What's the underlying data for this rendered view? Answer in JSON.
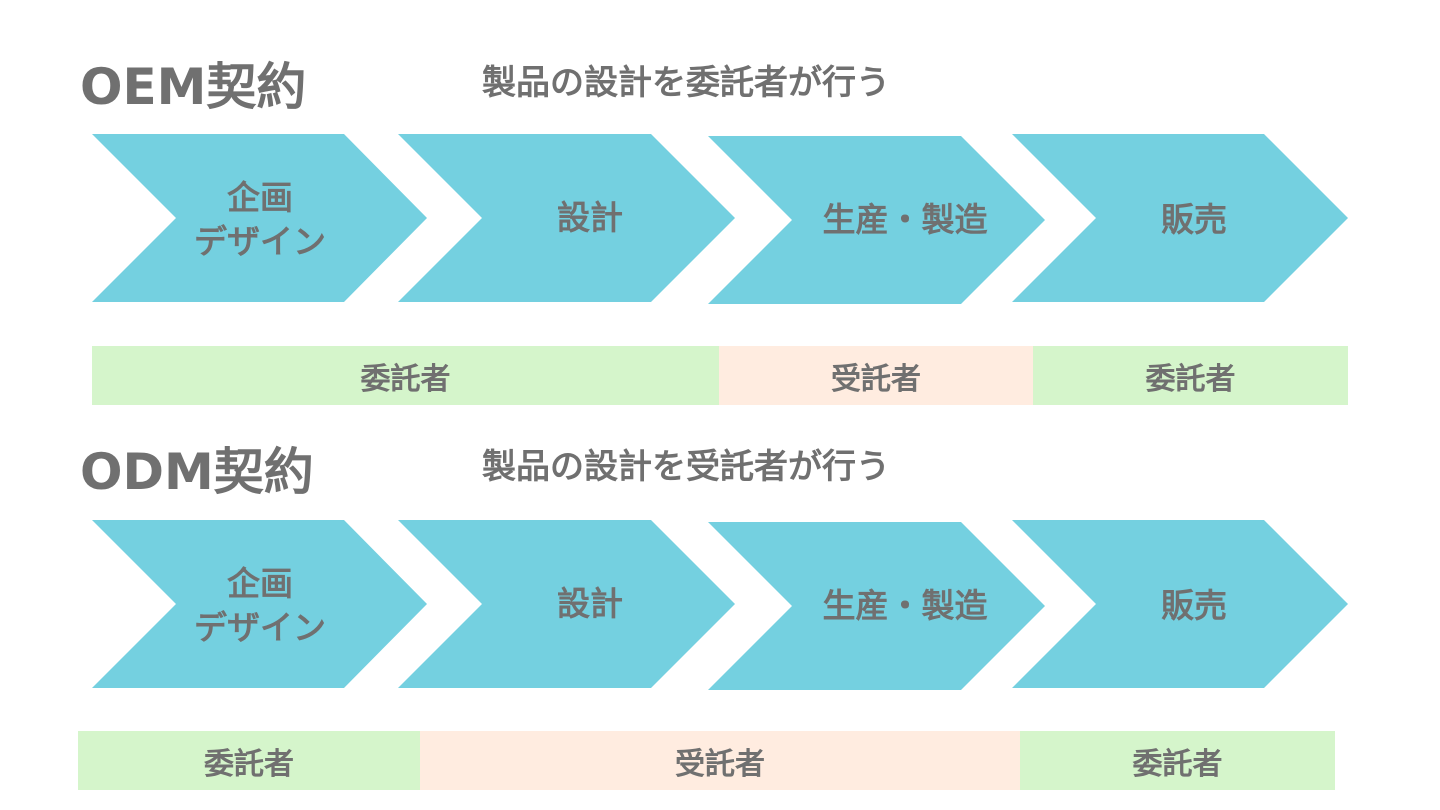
{
  "colors": {
    "chevron": "#74d0e0",
    "client": "#d5f5cb",
    "contractor": "#ffece0",
    "text": "#707070"
  },
  "sections": [
    {
      "title": "OEM契約",
      "subtitle": "製品の設計を委託者が行う",
      "steps": [
        "企画\nデザイン",
        "設計",
        "生産・製造",
        "販売"
      ],
      "roles": [
        "委託者",
        "受託者",
        "委託者"
      ]
    },
    {
      "title": "ODM契約",
      "subtitle": "製品の設計を受託者が行う",
      "steps": [
        "企画\nデザイン",
        "設計",
        "生産・製造",
        "販売"
      ],
      "roles": [
        "委託者",
        "受託者",
        "委託者"
      ]
    }
  ]
}
